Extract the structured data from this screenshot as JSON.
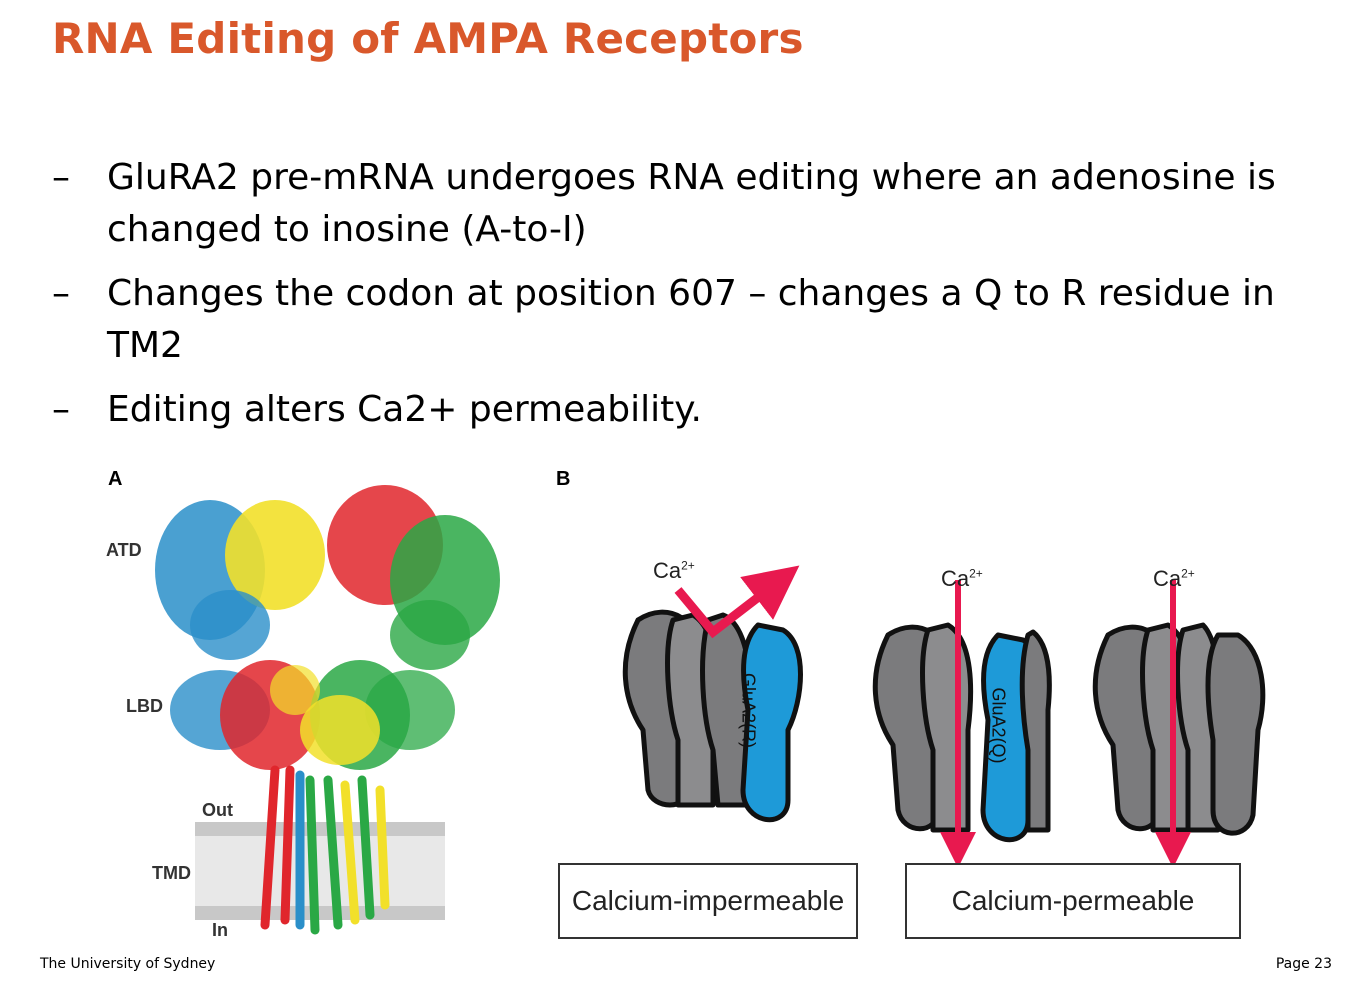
{
  "slide": {
    "title": "RNA Editing of AMPA Receptors",
    "bullets": [
      {
        "dash": "–",
        "text": "GluRA2 pre-mRNA undergoes RNA editing where an adenosine is changed to inosine (A-to-I)"
      },
      {
        "dash": "–",
        "text": "Changes the codon at position 607 – changes a Q to R residue in TM2"
      },
      {
        "dash": "–",
        "text": "Editing alters Ca2+ permeability."
      }
    ]
  },
  "figure_a": {
    "panel_label": "A",
    "labels": {
      "atd": "ATD",
      "lbd": "LBD",
      "out": "Out",
      "tmd": "TMD",
      "in": "In"
    },
    "colors": [
      "#2a8fc9",
      "#f2e02a",
      "#e0262c",
      "#2aa845"
    ]
  },
  "figure_b": {
    "panel_label": "B",
    "ion_label": "Ca",
    "ion_charge": "2+",
    "subunit_labels": [
      "GluA2(R)",
      "GluA2(Q)"
    ],
    "captions": {
      "impermeable": "Calcium-impermeable",
      "permeable": "Calcium-permeable"
    },
    "colors": {
      "subunit_gray": "#7b7b7d",
      "glua2_blue": "#1e9ad8",
      "arrow_red": "#e8194f"
    }
  },
  "footer": {
    "left": "The University of Sydney",
    "right": "Page 23"
  }
}
